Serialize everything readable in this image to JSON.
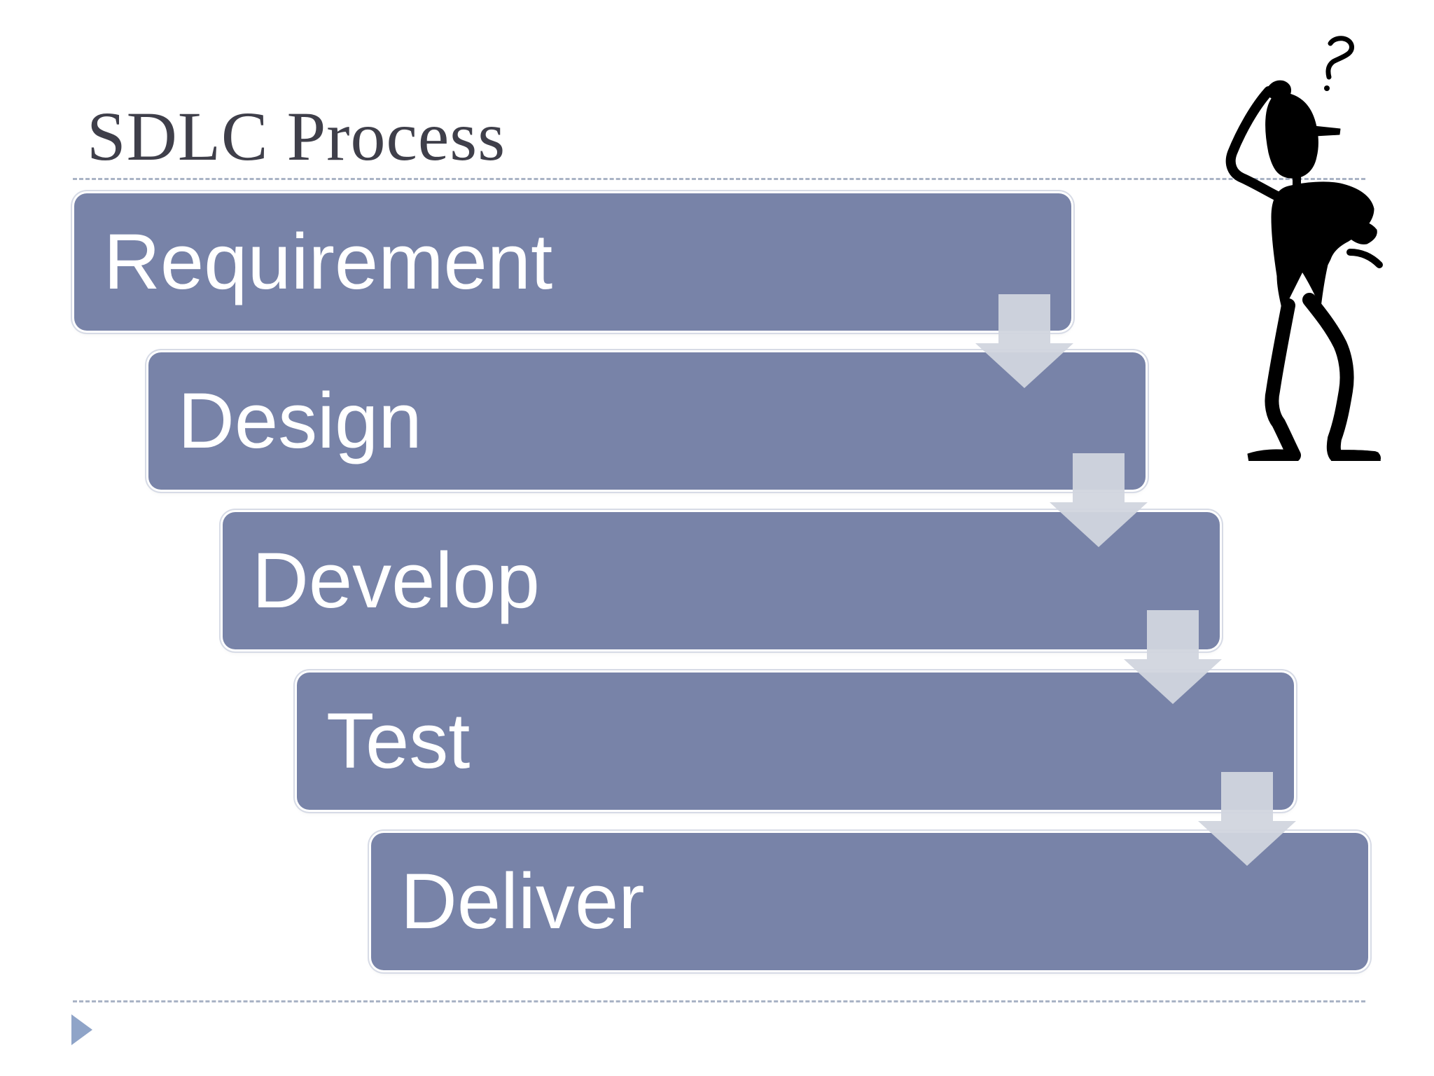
{
  "slide": {
    "title": "SDLC Process"
  },
  "process": {
    "steps": [
      {
        "label": "Requirement"
      },
      {
        "label": "Design"
      },
      {
        "label": "Develop"
      },
      {
        "label": "Test"
      },
      {
        "label": "Deliver"
      }
    ]
  },
  "colors": {
    "step_fill": "#7883a8",
    "arrow_fill": "#d1d5de",
    "title_text": "#3f3f4a",
    "divider": "#a9b3c5"
  },
  "icons": {
    "thinking_figure": "thinking-person-icon",
    "question_mark": "question-mark-icon",
    "nav_marker": "play-triangle-icon",
    "flow_arrow": "down-arrow-icon"
  }
}
